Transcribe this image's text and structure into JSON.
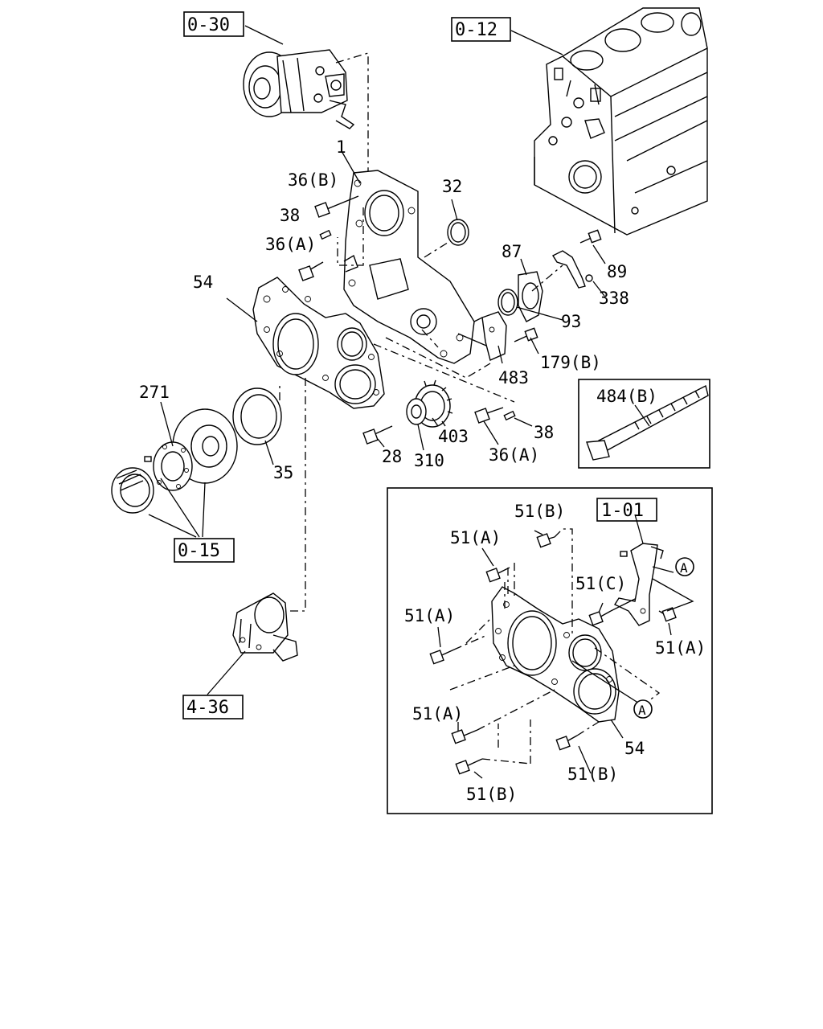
{
  "refs": {
    "r030": "0-30",
    "r012": "0-12",
    "r015": "0-15",
    "r436": "4-36",
    "r101": "1-01"
  },
  "labels": {
    "p1": "1",
    "p32": "32",
    "p36b": "36(B)",
    "p38a": "38",
    "p36a1": "36(A)",
    "p54a": "54",
    "p87": "87",
    "p89": "89",
    "p338": "338",
    "p93": "93",
    "p179b": "179(B)",
    "p483": "483",
    "p271": "271",
    "p35": "35",
    "p403": "403",
    "p38b": "38",
    "p28": "28",
    "p310": "310",
    "p36a2": "36(A)",
    "p484b": "484(B)"
  },
  "inset": {
    "b51b_top": "51(B)",
    "b51a_1": "51(A)",
    "b51c": "51(C)",
    "b51a_2": "51(A)",
    "b51a_right": "51(A)",
    "b51a_3": "51(A)",
    "p54": "54",
    "b51b_bot1": "51(B)",
    "b51b_bot2": "51(B)",
    "circ_a1": "A",
    "circ_a2": "A"
  }
}
